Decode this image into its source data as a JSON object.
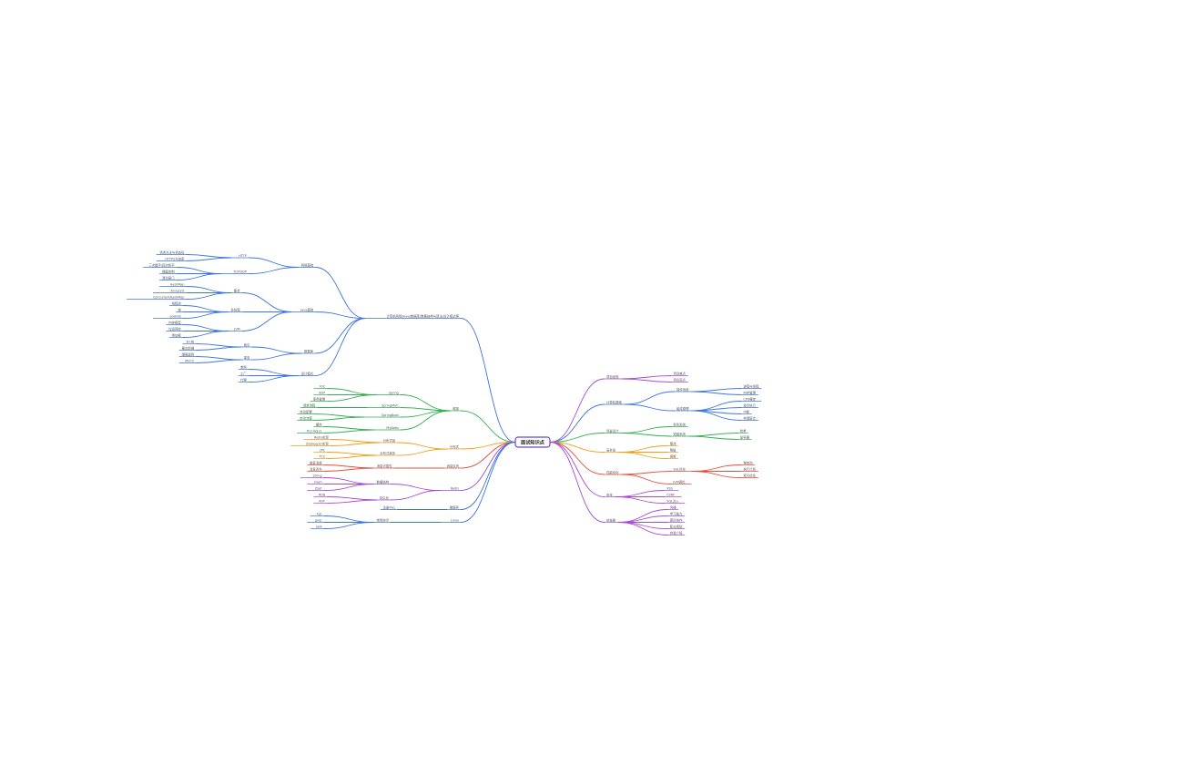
{
  "root": "面试知识点",
  "colors": {
    "root": "#6b47c8",
    "blue": "#3b73e0",
    "green": "#2fae4f",
    "orange": "#f39c12",
    "red": "#e74c3c",
    "purple": "#a64bd6",
    "darkblue": "#3b6fd6"
  },
  "icons": [
    "mindmap-node"
  ],
  "branches": [
    {
      "label": "计算机网络/Java/数据库/数据结构与算法/设计模式等",
      "color": "blue",
      "side": "left",
      "children": [
        {
          "label": "网络基础",
          "children": [
            {
              "label": "HTTP",
              "children": [
                {
                  "label": "请求方法与状态码"
                },
                {
                  "label": "HTTPS与加密"
                }
              ]
            },
            {
              "label": "TCP/UDP",
              "children": [
                {
                  "label": "三次握手/四次挥手"
                },
                {
                  "label": "拥塞控制"
                },
                {
                  "label": "滑动窗口"
                }
              ]
            }
          ]
        },
        {
          "label": "Java基础",
          "children": [
            {
              "label": "集合",
              "children": [
                {
                  "label": "HashMap"
                },
                {
                  "label": "ArrayList"
                },
                {
                  "label": "ConcurrentHashMap"
                }
              ]
            },
            {
              "label": "多线程",
              "children": [
                {
                  "label": "线程池"
                },
                {
                  "label": "锁"
                },
                {
                  "label": "volatile"
                }
              ]
            },
            {
              "label": "JVM",
              "children": [
                {
                  "label": "内存模型"
                },
                {
                  "label": "垃圾回收"
                },
                {
                  "label": "类加载"
                }
              ]
            }
          ]
        },
        {
          "label": "数据库",
          "children": [
            {
              "label": "索引",
              "children": [
                {
                  "label": "B+树"
                },
                {
                  "label": "最左前缀"
                }
              ]
            },
            {
              "label": "事务",
              "children": [
                {
                  "label": "隔离级别"
                },
                {
                  "label": "MVCC"
                }
              ]
            }
          ]
        },
        {
          "label": "设计模式",
          "children": [
            {
              "label": "单例"
            },
            {
              "label": "工厂"
            },
            {
              "label": "代理"
            }
          ]
        }
      ]
    },
    {
      "label": "框架",
      "color": "green",
      "side": "left",
      "children": [
        {
          "label": "Spring",
          "children": [
            {
              "label": "IOC"
            },
            {
              "label": "AOP"
            },
            {
              "label": "事务管理"
            }
          ]
        },
        {
          "label": "SpringMVC",
          "children": [
            {
              "label": "请求流程"
            }
          ]
        },
        {
          "label": "SpringBoot",
          "children": [
            {
              "label": "自动配置"
            },
            {
              "label": "启动流程"
            }
          ]
        },
        {
          "label": "MyBatis",
          "children": [
            {
              "label": "缓存"
            },
            {
              "label": "#{}与${}"
            }
          ]
        }
      ]
    },
    {
      "label": "分布式",
      "color": "orange",
      "side": "left",
      "children": [
        {
          "label": "分布式锁",
          "children": [
            {
              "label": "Redis实现"
            },
            {
              "label": "Zookeeper实现"
            }
          ]
        },
        {
          "label": "分布式事务",
          "children": [
            {
              "label": "2PC"
            },
            {
              "label": "TCC"
            }
          ]
        }
      ]
    },
    {
      "label": "消息队列",
      "color": "red",
      "side": "left",
      "children": [
        {
          "label": "消息可靠性",
          "children": [
            {
              "label": "重复消费"
            },
            {
              "label": "消息丢失"
            }
          ]
        }
      ]
    },
    {
      "label": "Redis",
      "color": "purple",
      "side": "left",
      "children": [
        {
          "label": "数据结构",
          "children": [
            {
              "label": "String"
            },
            {
              "label": "Hash"
            },
            {
              "label": "ZSet"
            }
          ]
        },
        {
          "label": "持久化",
          "children": [
            {
              "label": "RDB"
            },
            {
              "label": "AOF"
            }
          ]
        }
      ]
    },
    {
      "label": "微服务",
      "color": "darkblue",
      "side": "left",
      "children": [
        {
          "label": "注册中心"
        }
      ]
    },
    {
      "label": "Linux",
      "color": "blue",
      "side": "left",
      "children": [
        {
          "label": "常用命令",
          "children": [
            {
              "label": "top"
            },
            {
              "label": "grep"
            },
            {
              "label": "awk"
            }
          ]
        }
      ]
    },
    {
      "label": "项目经验",
      "color": "purple",
      "side": "right",
      "children": [
        {
          "label": "项目难点"
        },
        {
          "label": "项目亮点"
        }
      ]
    },
    {
      "label": "计算机基础",
      "color": "blue",
      "side": "right",
      "children": [
        {
          "label": "操作系统",
          "children": [
            {
              "label": "进程与线程"
            },
            {
              "label": "内存管理"
            }
          ]
        },
        {
          "label": "组成原理",
          "children": [
            {
              "label": "CPU缓存"
            },
            {
              "label": "指令执行"
            },
            {
              "label": "中断"
            },
            {
              "label": "存储层次"
            }
          ]
        }
      ]
    },
    {
      "label": "场景设计",
      "color": "green",
      "side": "right",
      "children": [
        {
          "label": "秒杀系统"
        },
        {
          "label": "短链系统",
          "children": [
            {
              "label": "哈希"
            },
            {
              "label": "发号器"
            }
          ]
        }
      ]
    },
    {
      "label": "高并发",
      "color": "orange",
      "side": "right",
      "children": [
        {
          "label": "限流"
        },
        {
          "label": "降级"
        },
        {
          "label": "熔断"
        }
      ]
    },
    {
      "label": "性能优化",
      "color": "red",
      "side": "right",
      "children": [
        {
          "label": "SQL优化",
          "children": [
            {
              "label": "慢查询"
            },
            {
              "label": "执行计划"
            },
            {
              "label": "索引优化"
            }
          ]
        },
        {
          "label": "JVM调优"
        }
      ]
    },
    {
      "label": "安全",
      "color": "purple",
      "side": "right",
      "children": [
        {
          "label": "XSS"
        },
        {
          "label": "CSRF"
        },
        {
          "label": "SQL注入"
        }
      ]
    },
    {
      "label": "软技能",
      "color": "purple",
      "side": "right",
      "children": [
        {
          "label": "沟通"
        },
        {
          "label": "学习能力"
        },
        {
          "label": "团队协作"
        },
        {
          "label": "职业规划"
        },
        {
          "label": "自我介绍"
        }
      ]
    }
  ]
}
